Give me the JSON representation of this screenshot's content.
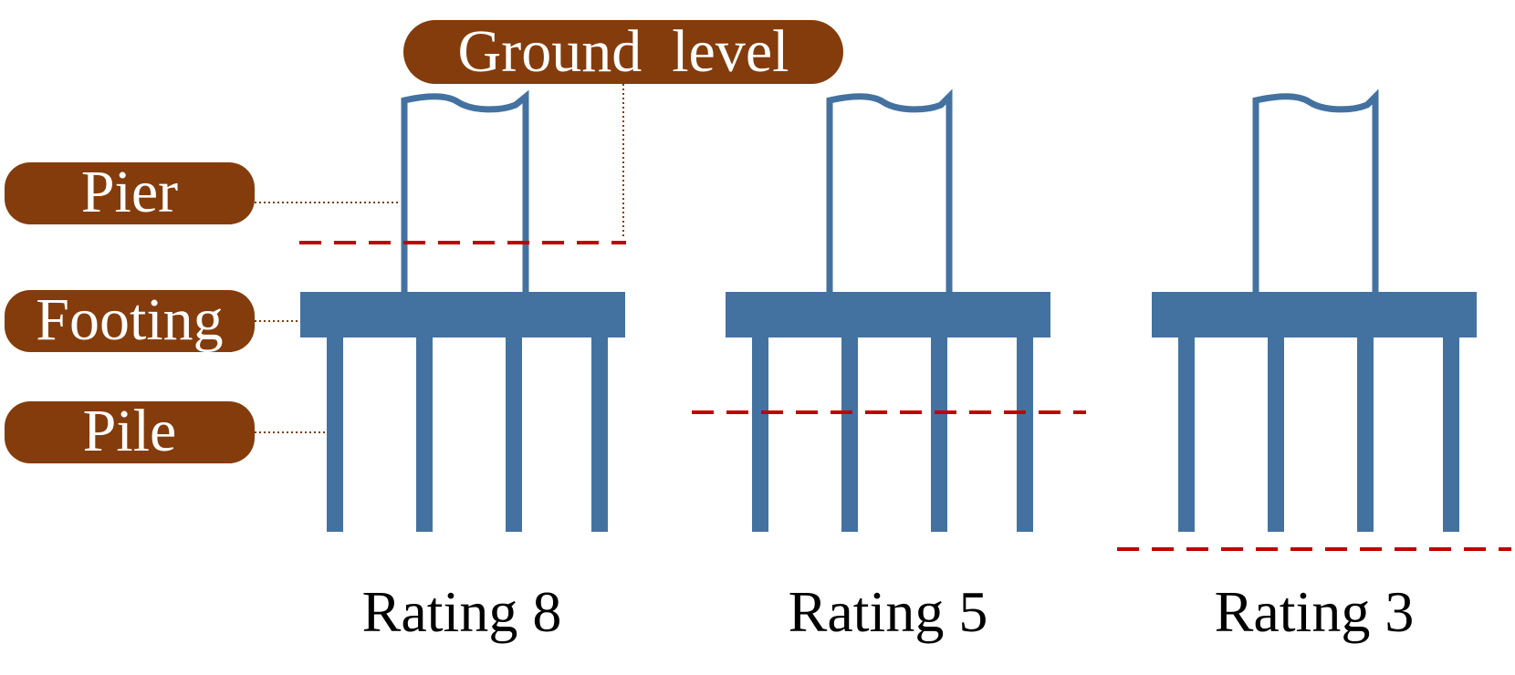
{
  "colors": {
    "structure": "#4472A0",
    "label_fill": "#843C0C",
    "label_text": "#FFFFFF",
    "ground_line": "#C00000",
    "leader_line": "#843C0C",
    "rating_text": "#000000"
  },
  "labels": {
    "ground_level": "Ground  level",
    "pier": "Pier",
    "footing": "Footing",
    "pile": "Pile"
  },
  "ratings": [
    {
      "label": "Rating 8"
    },
    {
      "label": "Rating 5"
    },
    {
      "label": "Rating 3"
    }
  ]
}
